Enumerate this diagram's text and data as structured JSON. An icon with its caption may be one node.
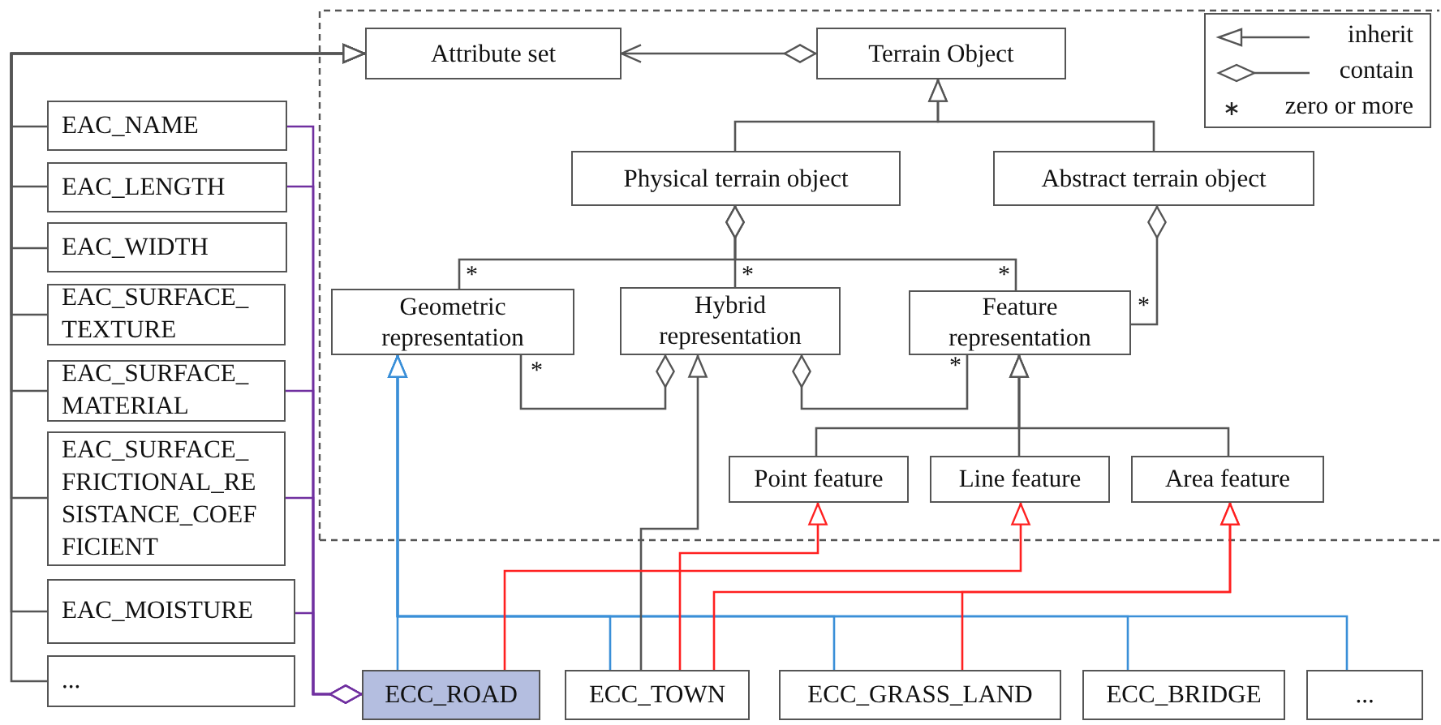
{
  "diagram": {
    "nodes": [
      {
        "text": [
          "Attribute set"
        ]
      },
      {
        "text": [
          "Terrain Object"
        ]
      },
      {
        "text": [
          "Physical terrain object"
        ]
      },
      {
        "text": [
          "Abstract terrain object"
        ]
      },
      {
        "text": [
          "Geometric representation"
        ]
      },
      {
        "text": [
          "Hybrid representation"
        ]
      },
      {
        "text": [
          "Feature representation"
        ]
      },
      {
        "text": [
          "Point feature"
        ]
      },
      {
        "text": [
          "Line feature"
        ]
      },
      {
        "text": [
          "Area feature"
        ]
      },
      {
        "text": [
          "EAC_NAME"
        ]
      },
      {
        "text": [
          "EAC_LENGTH"
        ]
      },
      {
        "text": [
          "EAC_WIDTH"
        ]
      },
      {
        "text": [
          "EAC_SURFACE_TEXTURE"
        ]
      },
      {
        "text": [
          "EAC_SURFACE_MATERIAL"
        ]
      },
      {
        "text": [
          "EAC_SURFACE_FRICTIONAL_RESISTANCE_COEFFICIENT"
        ]
      },
      {
        "text": [
          "EAC_MOISTURE"
        ]
      },
      {
        "text": [
          "..."
        ]
      },
      {
        "text": [
          "ECC_ROAD"
        ]
      },
      {
        "text": [
          "ECC_TOWN"
        ]
      },
      {
        "text": [
          "ECC_GRASS_LAND"
        ]
      },
      {
        "text": [
          "ECC_BRIDGE"
        ]
      },
      {
        "text": [
          "..."
        ]
      }
    ],
    "edges": [
      {
        "from": 10,
        "to": 0,
        "arrow": "to"
      },
      {
        "from": 11,
        "to": 0,
        "arrow": "to"
      },
      {
        "from": 12,
        "to": 0,
        "arrow": "to"
      },
      {
        "from": 13,
        "to": 0,
        "arrow": "to"
      },
      {
        "from": 14,
        "to": 0,
        "arrow": "to"
      },
      {
        "from": 15,
        "to": 0,
        "arrow": "to"
      },
      {
        "from": 16,
        "to": 0,
        "arrow": "to"
      },
      {
        "from": 17,
        "to": 0,
        "arrow": "to"
      },
      {
        "from": 1,
        "to": 0,
        "arrow": "to"
      },
      {
        "from": 2,
        "to": 1,
        "arrow": "to"
      },
      {
        "from": 3,
        "to": 1,
        "arrow": "to"
      },
      {
        "from": 2,
        "to": 4,
        "arrow": "other",
        "label": "*"
      },
      {
        "from": 2,
        "to": 5,
        "arrow": "other",
        "label": "*"
      },
      {
        "from": 2,
        "to": 6,
        "arrow": "other",
        "label": "*"
      },
      {
        "from": 3,
        "to": 6,
        "arrow": "other",
        "label": "*"
      },
      {
        "from": 5,
        "to": 4,
        "arrow": "other",
        "label": "*"
      },
      {
        "from": 5,
        "to": 6,
        "arrow": "other",
        "label": "*"
      },
      {
        "from": 7,
        "to": 6,
        "arrow": "to"
      },
      {
        "from": 8,
        "to": 6,
        "arrow": "to"
      },
      {
        "from": 9,
        "to": 6,
        "arrow": "to"
      },
      {
        "from": 18,
        "to": 10,
        "arrow": "other",
        "color": "#7030a0"
      },
      {
        "from": 18,
        "to": 11,
        "arrow": "other",
        "color": "#7030a0"
      },
      {
        "from": 18,
        "to": 14,
        "arrow": "other",
        "color": "#7030a0"
      },
      {
        "from": 18,
        "to": 15,
        "arrow": "other",
        "color": "#7030a0"
      },
      {
        "from": 18,
        "to": 16,
        "arrow": "other",
        "color": "#7030a0"
      },
      {
        "from": 18,
        "to": 4,
        "arrow": "to",
        "color": "#3a8fd8"
      },
      {
        "from": 19,
        "to": 4,
        "arrow": "to",
        "color": "#3a8fd8"
      },
      {
        "from": 20,
        "to": 4,
        "arrow": "to",
        "color": "#3a8fd8"
      },
      {
        "from": 21,
        "to": 4,
        "arrow": "to",
        "color": "#3a8fd8"
      },
      {
        "from": 22,
        "to": 4,
        "arrow": "to",
        "color": "#3a8fd8"
      },
      {
        "from": 19,
        "to": 5,
        "arrow": "to"
      },
      {
        "from": 19,
        "to": 7,
        "arrow": "to",
        "color": "#ff2020"
      },
      {
        "from": 18,
        "to": 8,
        "arrow": "to",
        "color": "#ff2020"
      },
      {
        "from": 19,
        "to": 9,
        "arrow": "to",
        "color": "#ff2020"
      },
      {
        "from": 20,
        "to": 9,
        "arrow": "to",
        "color": "#ff2020"
      }
    ],
    "legend": [
      {
        "text": "inherit"
      },
      {
        "text": "contain"
      },
      {
        "text": "zero or more"
      }
    ]
  }
}
